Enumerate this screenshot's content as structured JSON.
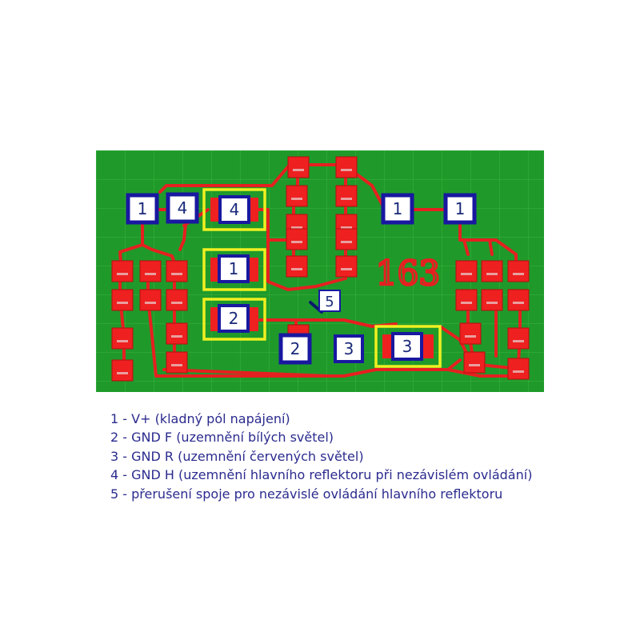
{
  "board": {
    "background_color": "#1f9a2a",
    "trace_color": "#e52020",
    "pad_color": "#ee2020",
    "pad_label_color": "#e8c8c8",
    "marker_fill_color": "#ffffff",
    "marker_border_color": "#1818a0",
    "marker_text_color": "#1a2a7a",
    "highlight_color": "#f0f020",
    "board_number": "163",
    "markers": [
      {
        "label": "1"
      },
      {
        "label": "4"
      },
      {
        "label": "1"
      },
      {
        "label": "1"
      },
      {
        "label": "2"
      },
      {
        "label": "3"
      },
      {
        "label": "5"
      }
    ],
    "highlighted_components": [
      {
        "label": "4"
      },
      {
        "label": "1"
      },
      {
        "label": "2"
      },
      {
        "label": "3"
      }
    ]
  },
  "legend": [
    "1 - V+ (kladný pól napájení)",
    "2 - GND F (uzemnění bílých světel)",
    "3 - GND R (uzemnění červených světel)",
    "4 - GND H (uzemnění hlavního reflektoru při nezávislém ovládání)",
    "5 - přerušení spoje pro nezávislé ovládání hlavního reflektoru"
  ]
}
